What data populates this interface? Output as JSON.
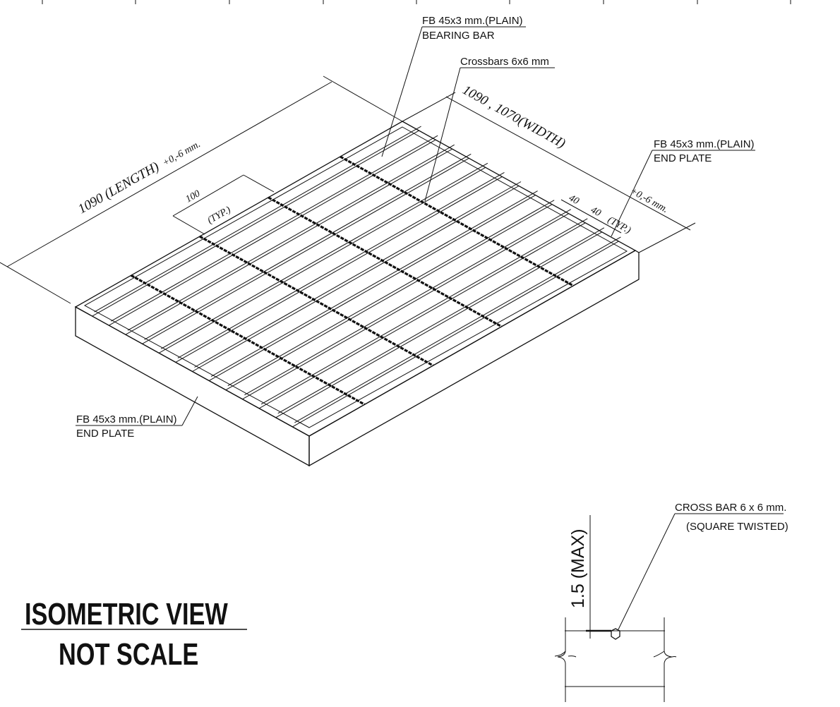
{
  "labels": {
    "bearing_bar_spec": "FB 45x3 mm.(PLAIN)",
    "bearing_bar_name": "BEARING BAR",
    "crossbars": "Crossbars 6x6 mm",
    "end_plate_right_spec": "FB 45x3 mm.(PLAIN)",
    "end_plate_right_name": "END PLATE",
    "end_plate_left_spec": "FB 45x3 mm.(PLAIN)",
    "end_plate_left_name": "END PLATE"
  },
  "dimensions": {
    "length": "1090 (LENGTH)",
    "length_tol": "+0,-6 mm.",
    "width": "1090 , 1070(WIDTH)",
    "width_tol": "+0,-6 mm.",
    "crossbar_pitch": "100",
    "crossbar_pitch_note": "(TYP.)",
    "bar_pitch_1": "40",
    "bar_pitch_2": "40",
    "bar_pitch_note": "(TYP.)"
  },
  "title": {
    "line1": "ISOMETRIC VIEW",
    "line2": "NOT SCALE"
  },
  "section": {
    "gap": "1.5 (MAX)",
    "crossbar_spec": "CROSS BAR 6 x 6 mm.",
    "crossbar_type": "(SQUARE TWISTED)"
  }
}
